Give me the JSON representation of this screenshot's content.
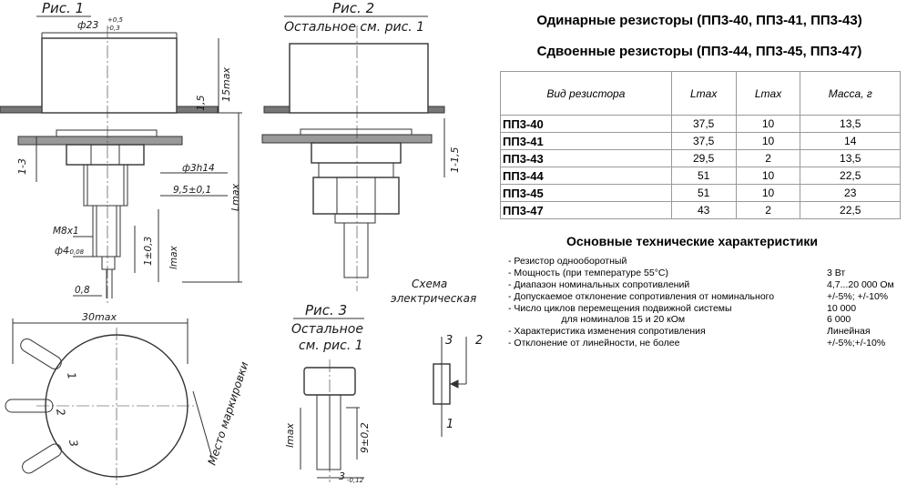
{
  "drawing": {
    "fig1": {
      "title": "Рис. 1",
      "dia_main": "ф23",
      "dia_tol_up": "+0,5",
      "dia_tol_lo": "-0,3",
      "dim_15max": "15max",
      "dim_15": "1,5",
      "dim_13": "1-3",
      "dim_lmax": "Lmax",
      "dim_3h14": "ф3h14",
      "dim_95": "9,5±0,1",
      "dim_m8": "M8x1",
      "dim_4": "ф4",
      "dim_4_tol": "-0,08",
      "dim_1_03": "1±0,3",
      "dim_lmax_small": "lmax",
      "dim_08": "0,8"
    },
    "fig2": {
      "title": "Рис. 2",
      "subtitle": "Остальное см. рис. 1",
      "dim_115": "1-1,5"
    },
    "fig3": {
      "title": "Рис. 3",
      "subtitle_1": "Остальное",
      "subtitle_2": "см. рис. 1",
      "dim_lmax": "lmax",
      "dim_9": "9±0,2",
      "dim_3": "3",
      "dim_3_tol": "-0,12"
    },
    "bottom": {
      "dim_30max": "30max",
      "mark_place": "Место маркировки",
      "pin_1": "1",
      "pin_2": "2",
      "pin_3": "3"
    },
    "schema": {
      "title_1": "Схема",
      "title_2": "электрическая",
      "pin_1": "1",
      "pin_2": "2",
      "pin_3": "3"
    }
  },
  "titles": {
    "single": "Одинарные резисторы (ПП3-40, ПП3-41, ПП3-43)",
    "double": "Сдвоенные резисторы (ПП3-44, ПП3-45, ПП3-47)"
  },
  "table": {
    "headers": [
      "Вид резистора",
      "Lmax",
      "Lmax",
      "Масса, г"
    ],
    "rows": [
      [
        "ПП3-40",
        "37,5",
        "10",
        "13,5"
      ],
      [
        "ПП3-41",
        "37,5",
        "10",
        "14"
      ],
      [
        "ПП3-43",
        "29,5",
        "2",
        "13,5"
      ],
      [
        "ПП3-44",
        "51",
        "10",
        "22,5"
      ],
      [
        "ПП3-45",
        "51",
        "10",
        "23"
      ],
      [
        "ПП3-47",
        "43",
        "2",
        "22,5"
      ]
    ]
  },
  "characteristics": {
    "title": "Основные технические характеристики",
    "items": [
      {
        "label": "- Резистор однооборотный",
        "value": ""
      },
      {
        "label": "- Мощность (при температуре 55°С)",
        "value": "3 Вт"
      },
      {
        "label": "- Диапазон номинальных сопротивлений",
        "value": "4,7...20 000 Ом"
      },
      {
        "label": "- Допускаемое отклонение сопротивления от номинального",
        "value": "+/-5%; +/-10%"
      },
      {
        "label": "- Число циклов перемещения подвижной системы",
        "value": "10 000"
      },
      {
        "label": "                    для номиналов 15 и 20 кОм",
        "value": "6 000"
      },
      {
        "label": "- Характеристика изменения сопротивления",
        "value": "Линейная"
      },
      {
        "label": "- Отклонение от линейности, не более",
        "value": "+/-5%;+/-10%"
      }
    ]
  }
}
